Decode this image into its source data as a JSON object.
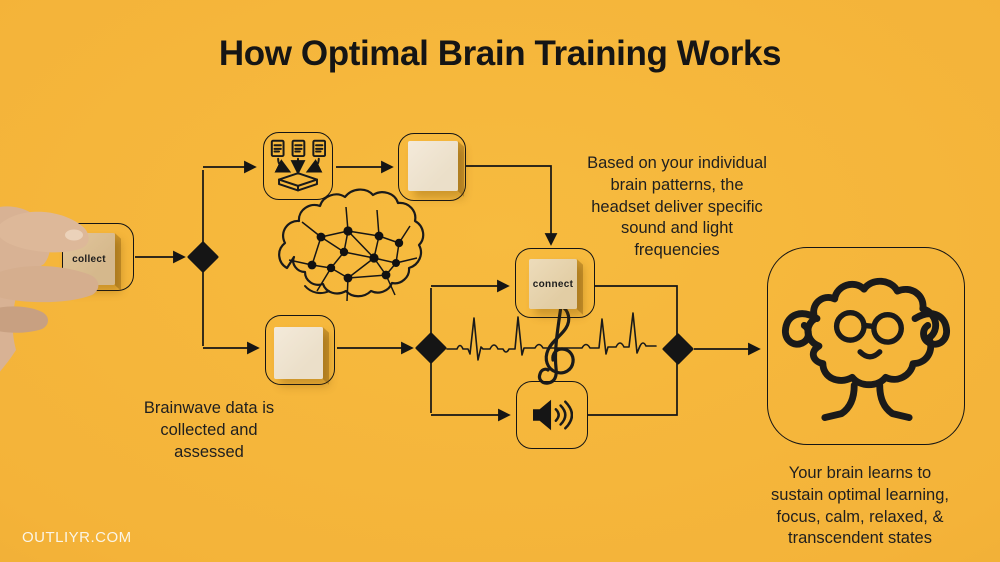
{
  "title": "How Optimal Brain Training Works",
  "watermark": "OUTLIYR.COM",
  "flow": {
    "collect_label": "collect",
    "connect_label": "connect"
  },
  "captions": {
    "brainwave": "Brainwave data is\ncollected and\nassessed",
    "frequencies": "Based on your individual\nbrain patterns, the\nheadset deliver specific\nsound  and light\nfrequencies",
    "outcome": "Your brain learns to\nsustain optimal learning,\nfocus, calm, relaxed, &\ntranscendent states"
  },
  "icons": {
    "documents-collection-icon": "three documents funneling into a tray",
    "brain-network-icon": "brain outline with connected neural nodes",
    "ecg-waveform-icon": "heartbeat pulse line",
    "treble-clef-icon": "musical treble clef",
    "speaker-icon": "speaker with sound waves",
    "strong-brain-icon": "flexing brain mascot with glasses and smile",
    "diamond-connector-icon": "filled diamond flow junction",
    "hand-holding-block": "hand placing the collect block"
  },
  "colors": {
    "bg": "#F4B339",
    "bg-center": "#F7BB3F",
    "bg-edge": "#E8A52F",
    "ink": "#151515",
    "wood": "#D5B88C",
    "wood-light": "#EBDFC9",
    "wood-connect": "#E2CDA4",
    "skin": "#D8B294",
    "watermark": "#FBFBF6"
  }
}
